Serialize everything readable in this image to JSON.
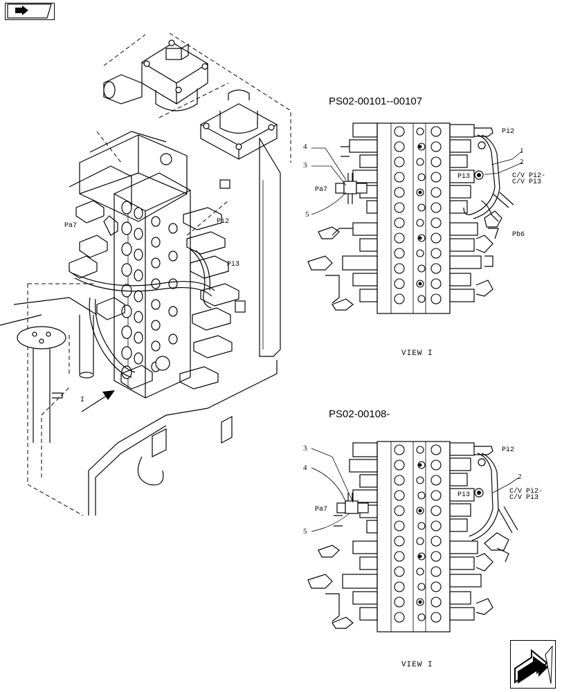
{
  "nav": {
    "back_icon": "book-arrow-icon",
    "forward_icon": "next-page-arrow-icon"
  },
  "main_view": {
    "labels": {
      "pa7": "Pa7",
      "pi2": "Pi2",
      "pi3": "Pi3",
      "view_marker": "I"
    }
  },
  "view_top": {
    "title": "PS02-00101--00107",
    "caption": "VIEW I",
    "callouts": [
      "4",
      "3",
      "5",
      "1",
      "2"
    ],
    "labels": {
      "pi2": "Pi2",
      "pi3": "Pi3",
      "pa7": "Pa7",
      "cv_line1": "C/V Pi2-",
      "cv_line2": "C/V Pi3",
      "pb6": "Pb6"
    }
  },
  "view_bottom": {
    "title": "PS02-00108-",
    "caption": "VIEW I",
    "callouts": [
      "3",
      "4",
      "5",
      "2"
    ],
    "labels": {
      "pi2": "Pi2",
      "pi3": "Pi3",
      "pa7": "Pa7",
      "cv_line1": "C/V Pi2-",
      "cv_line2": "C/V Pi3"
    }
  }
}
